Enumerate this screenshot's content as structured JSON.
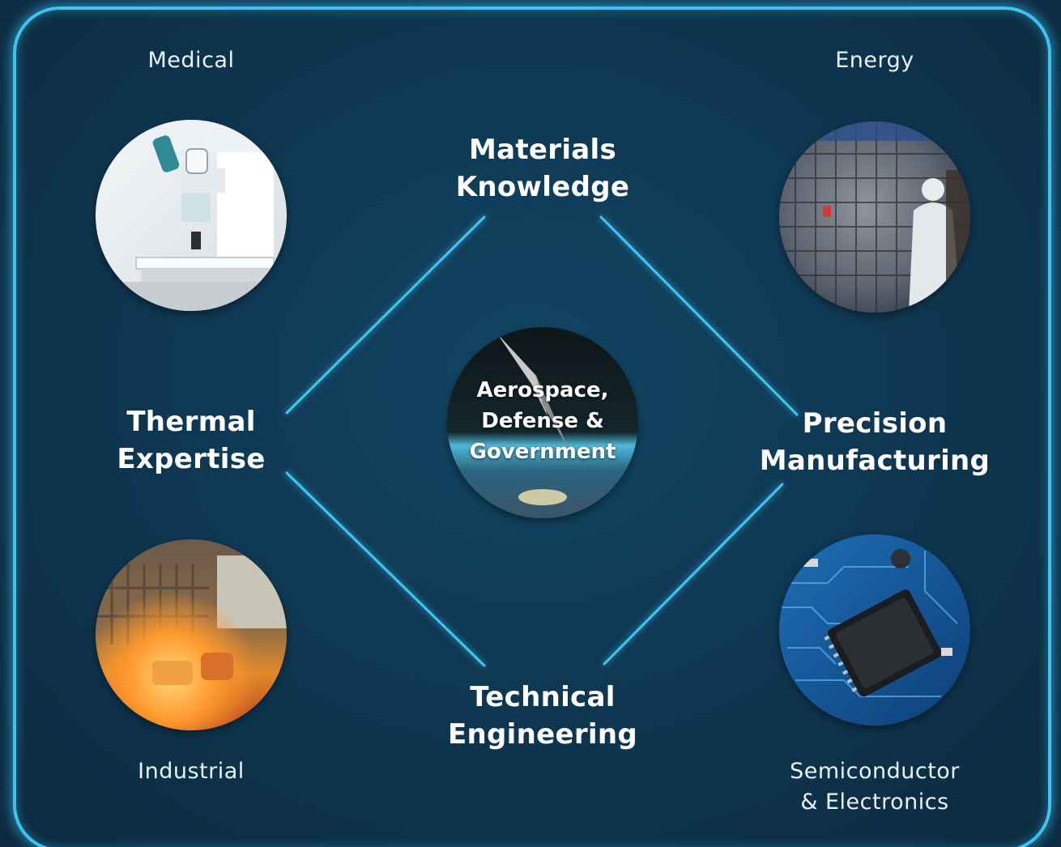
{
  "sectors": {
    "medical": "Medical",
    "energy": "Energy",
    "industrial": "Industrial",
    "semiconductor_line1": "Semiconductor",
    "semiconductor_line2": "& Electronics"
  },
  "capabilities": {
    "materials_line1": "Materials",
    "materials_line2": "Knowledge",
    "thermal_line1": "Thermal",
    "thermal_line2": "Expertise",
    "precision_line1": "Precision",
    "precision_line2": "Manufacturing",
    "technical_line1": "Technical",
    "technical_line2": "Engineering"
  },
  "center": {
    "line1": "Aerospace,",
    "line2": "Defense &",
    "line3": "Government"
  },
  "colors": {
    "accent": "#3cc3f2",
    "background": "#0f3853",
    "text": "#ffffff"
  },
  "images": {
    "medical": "x-ray-machine-photo",
    "energy": "fusion-reactor-photo",
    "industrial": "furnace-photo",
    "semiconductor": "circuit-board-photo",
    "center": "spacecraft-over-earth-photo"
  }
}
